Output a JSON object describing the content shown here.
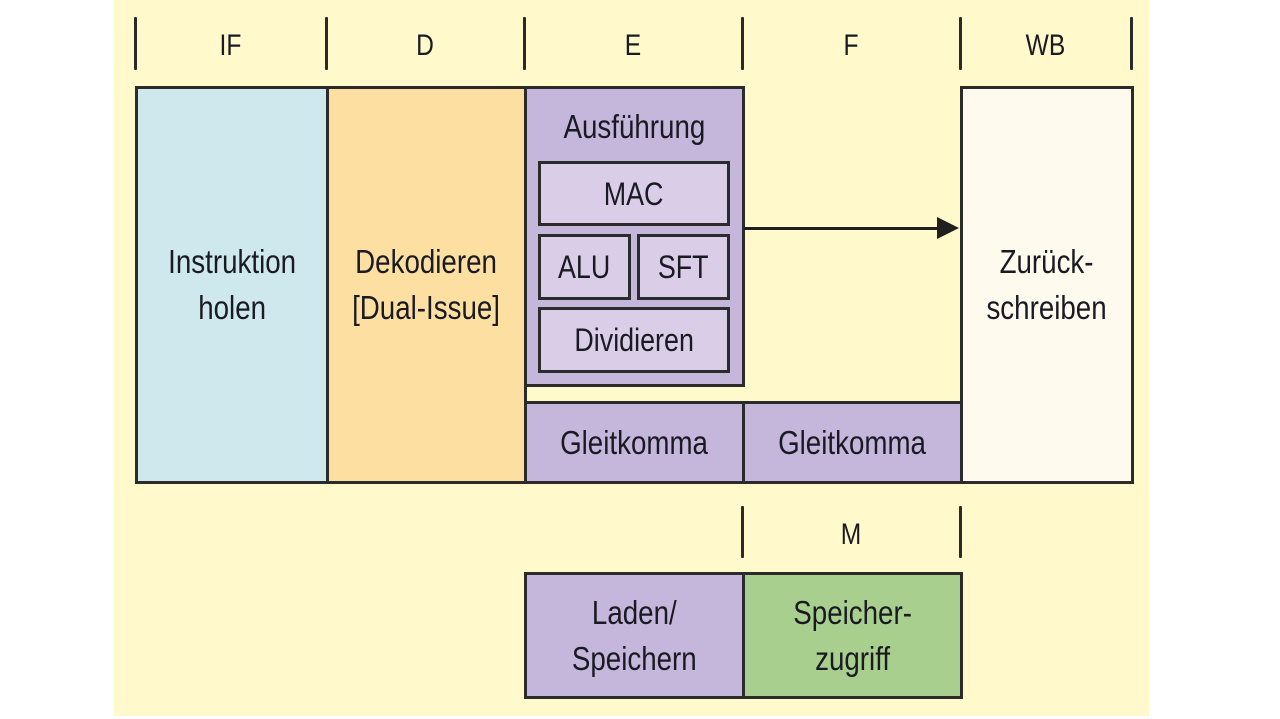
{
  "colors": {
    "background_panel": "#fff9cc",
    "fetch": "#cfe8ee",
    "decode": "#fedfa2",
    "execute": "#c5b6dc",
    "execute_sub": "#d9cde8",
    "memory_access": "#a8cf8e",
    "writeback": "#fffaee",
    "outline": "#2b2b2b"
  },
  "stages": {
    "top": [
      {
        "id": "IF",
        "label": "IF"
      },
      {
        "id": "D",
        "label": "D"
      },
      {
        "id": "E",
        "label": "E"
      },
      {
        "id": "F",
        "label": "F"
      },
      {
        "id": "WB",
        "label": "WB"
      }
    ],
    "bottom": [
      {
        "id": "M",
        "label": "M"
      }
    ]
  },
  "blocks": {
    "fetch": "Instruktion\nholen",
    "decode": "Dekodieren\n[Dual-Issue]",
    "execute": {
      "title": "Ausführung",
      "units": {
        "mac": "MAC",
        "alu": "ALU",
        "sft": "SFT",
        "divide": "Dividieren"
      }
    },
    "float_e": "Gleitkomma",
    "float_f": "Gleitkomma",
    "writeback": "Zurück-\nschreiben",
    "load_store": "Laden/\nSpeichern",
    "memory_access": "Speicher-\nzugriff"
  },
  "connections": [
    {
      "from": "execute",
      "to": "writeback",
      "type": "arrow"
    }
  ]
}
